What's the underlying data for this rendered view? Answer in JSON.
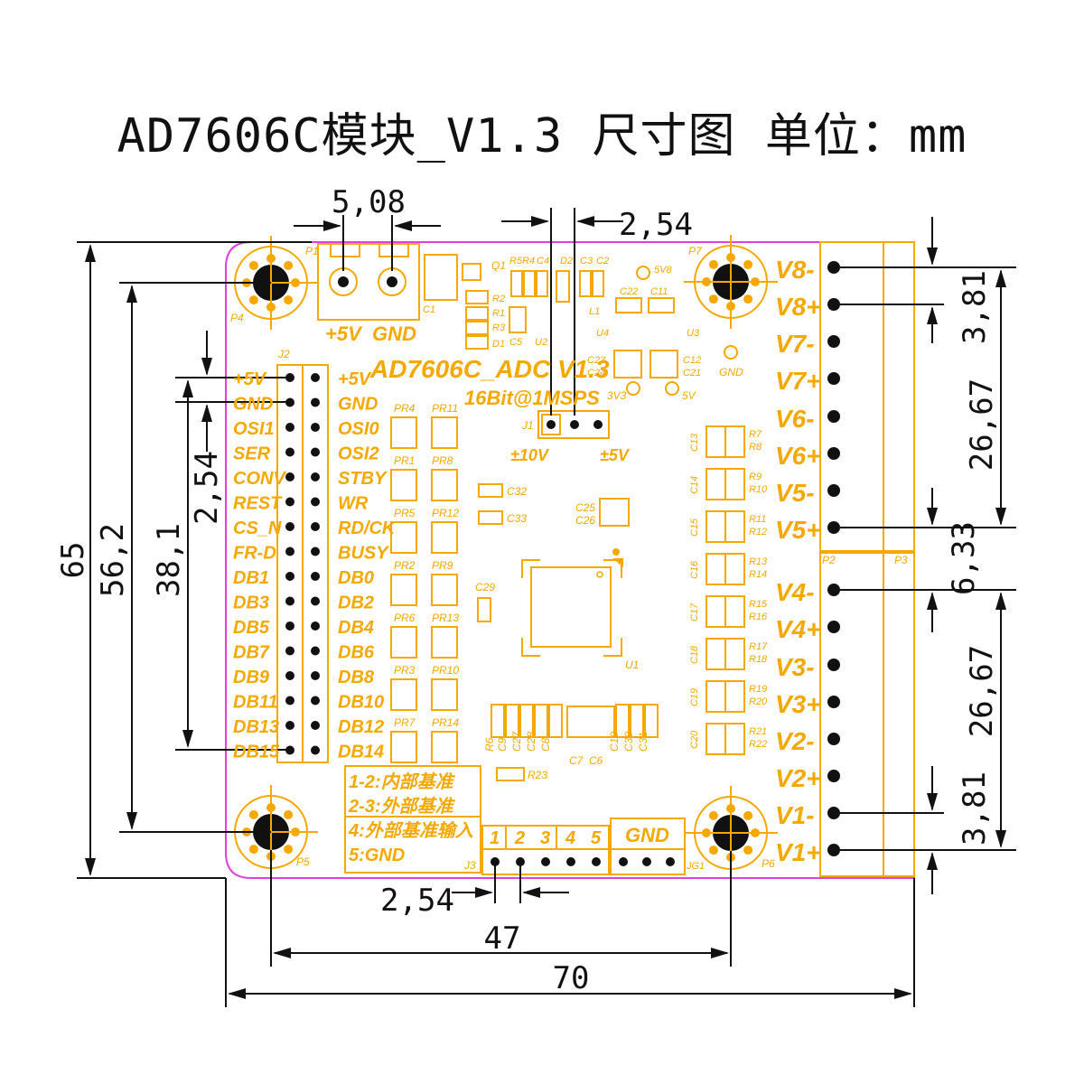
{
  "title": "AD7606C模块_V1.3 尺寸图 单位：mm",
  "board": {
    "name": "AD7606C_ADC V1.3",
    "subtitle": "16Bit@1MSPS",
    "power_label_5v": "+5V",
    "power_label_gnd": "GND",
    "pad_5v8": "5V8",
    "pad_gnd": "GND",
    "pad_3v3": "3V3",
    "pad_5v": "5V",
    "range_10v": "±10V",
    "range_5v": "±5V",
    "j3_label_gnd": "GND",
    "note_lines": [
      "1-2:内部基准",
      "2-3:外部基准",
      "4:外部基准输入",
      "5:GND"
    ],
    "j3_pins": [
      "1",
      "2",
      "3",
      "4",
      "5"
    ]
  },
  "refdes": {
    "P1": "P1",
    "P4": "P4",
    "P5": "P5",
    "P6": "P6",
    "P7": "P7",
    "J1": "J1",
    "J2": "J2",
    "J3": "J3",
    "JG1": "JG1",
    "P2": "P2",
    "P3": "P3",
    "Q1": "Q1",
    "C1": "C1",
    "U1": "U1",
    "U2": "U2",
    "U3": "U3",
    "U4": "U4",
    "L1": "L1",
    "D1": "D1",
    "D2": "D2",
    "R1": "R1",
    "R2": "R2",
    "R3": "R3",
    "R4": "R4",
    "R5": "R5",
    "C2": "C2",
    "C3": "C3",
    "C4": "C4",
    "C5": "C5",
    "C11": "C11",
    "C12": "C12",
    "C21": "C21",
    "C22": "C22",
    "C23": "C23",
    "C24": "C24",
    "C25": "C25",
    "C26": "C26",
    "C29": "C29",
    "C32": "C32",
    "C33": "C33",
    "R23": "R23",
    "C6": "C6",
    "C7": "C7",
    "C8": "C8",
    "C9": "C9",
    "C10": "C10",
    "C27": "C27",
    "C28": "C28",
    "C30": "C30",
    "C31": "C31",
    "R6": "R6"
  },
  "j2_left": [
    "+5V",
    "GND",
    "OSI1",
    "SER",
    "CONV",
    "REST",
    "CS_N",
    "FR-D",
    "DB1",
    "DB3",
    "DB5",
    "DB7",
    "DB9",
    "DB11",
    "DB13",
    "DB15"
  ],
  "j2_right": [
    "+5V",
    "GND",
    "OSI0",
    "OSI2",
    "STBY",
    "WR",
    "RD/CK",
    "BUSY",
    "DB0",
    "DB2",
    "DB4",
    "DB6",
    "DB8",
    "DB10",
    "DB12",
    "DB14"
  ],
  "pr_pairs": [
    [
      "PR4",
      "PR11"
    ],
    [
      "PR1",
      "PR8"
    ],
    [
      "PR5",
      "PR12"
    ],
    [
      "PR2",
      "PR9"
    ],
    [
      "PR6",
      "PR13"
    ],
    [
      "PR3",
      "PR10"
    ],
    [
      "PR7",
      "PR14"
    ]
  ],
  "rc_groups": [
    {
      "c": "C13",
      "r1": "R7",
      "r2": "R8"
    },
    {
      "c": "C14",
      "r1": "R9",
      "r2": "R10"
    },
    {
      "c": "C15",
      "r1": "R11",
      "r2": "R12"
    },
    {
      "c": "C16",
      "r1": "R13",
      "r2": "R14"
    },
    {
      "c": "C17",
      "r1": "R15",
      "r2": "R16"
    },
    {
      "c": "C18",
      "r1": "R17",
      "r2": "R18"
    },
    {
      "c": "C19",
      "r1": "R19",
      "r2": "R20"
    },
    {
      "c": "C20",
      "r1": "R21",
      "r2": "R22"
    }
  ],
  "terminals": [
    "V8-",
    "V8+",
    "V7-",
    "V7+",
    "V6-",
    "V6+",
    "V5-",
    "V5+",
    "V4-",
    "V4+",
    "V3-",
    "V3+",
    "V2-",
    "V2+",
    "V1-",
    "V1+"
  ],
  "dimensions": {
    "pitch_terminal": "5,08",
    "pitch_j1": "2,54",
    "pitch_j2": "2,54",
    "pitch_j3": "2,54",
    "pitch_p2_top": "3,81",
    "pitch_p2_bottom": "3,81",
    "span_p2_upper": "26,67",
    "span_p2_lower": "26,67",
    "gap_p2_p3": "6,33",
    "board_height": "65",
    "hole_height": "56,2",
    "j2_span": "38,1",
    "hole_width": "47",
    "board_width": "70"
  },
  "colors": {
    "silkscreen": "#f5a800",
    "board_edge": "#e040e0",
    "dimension": "#111111"
  }
}
